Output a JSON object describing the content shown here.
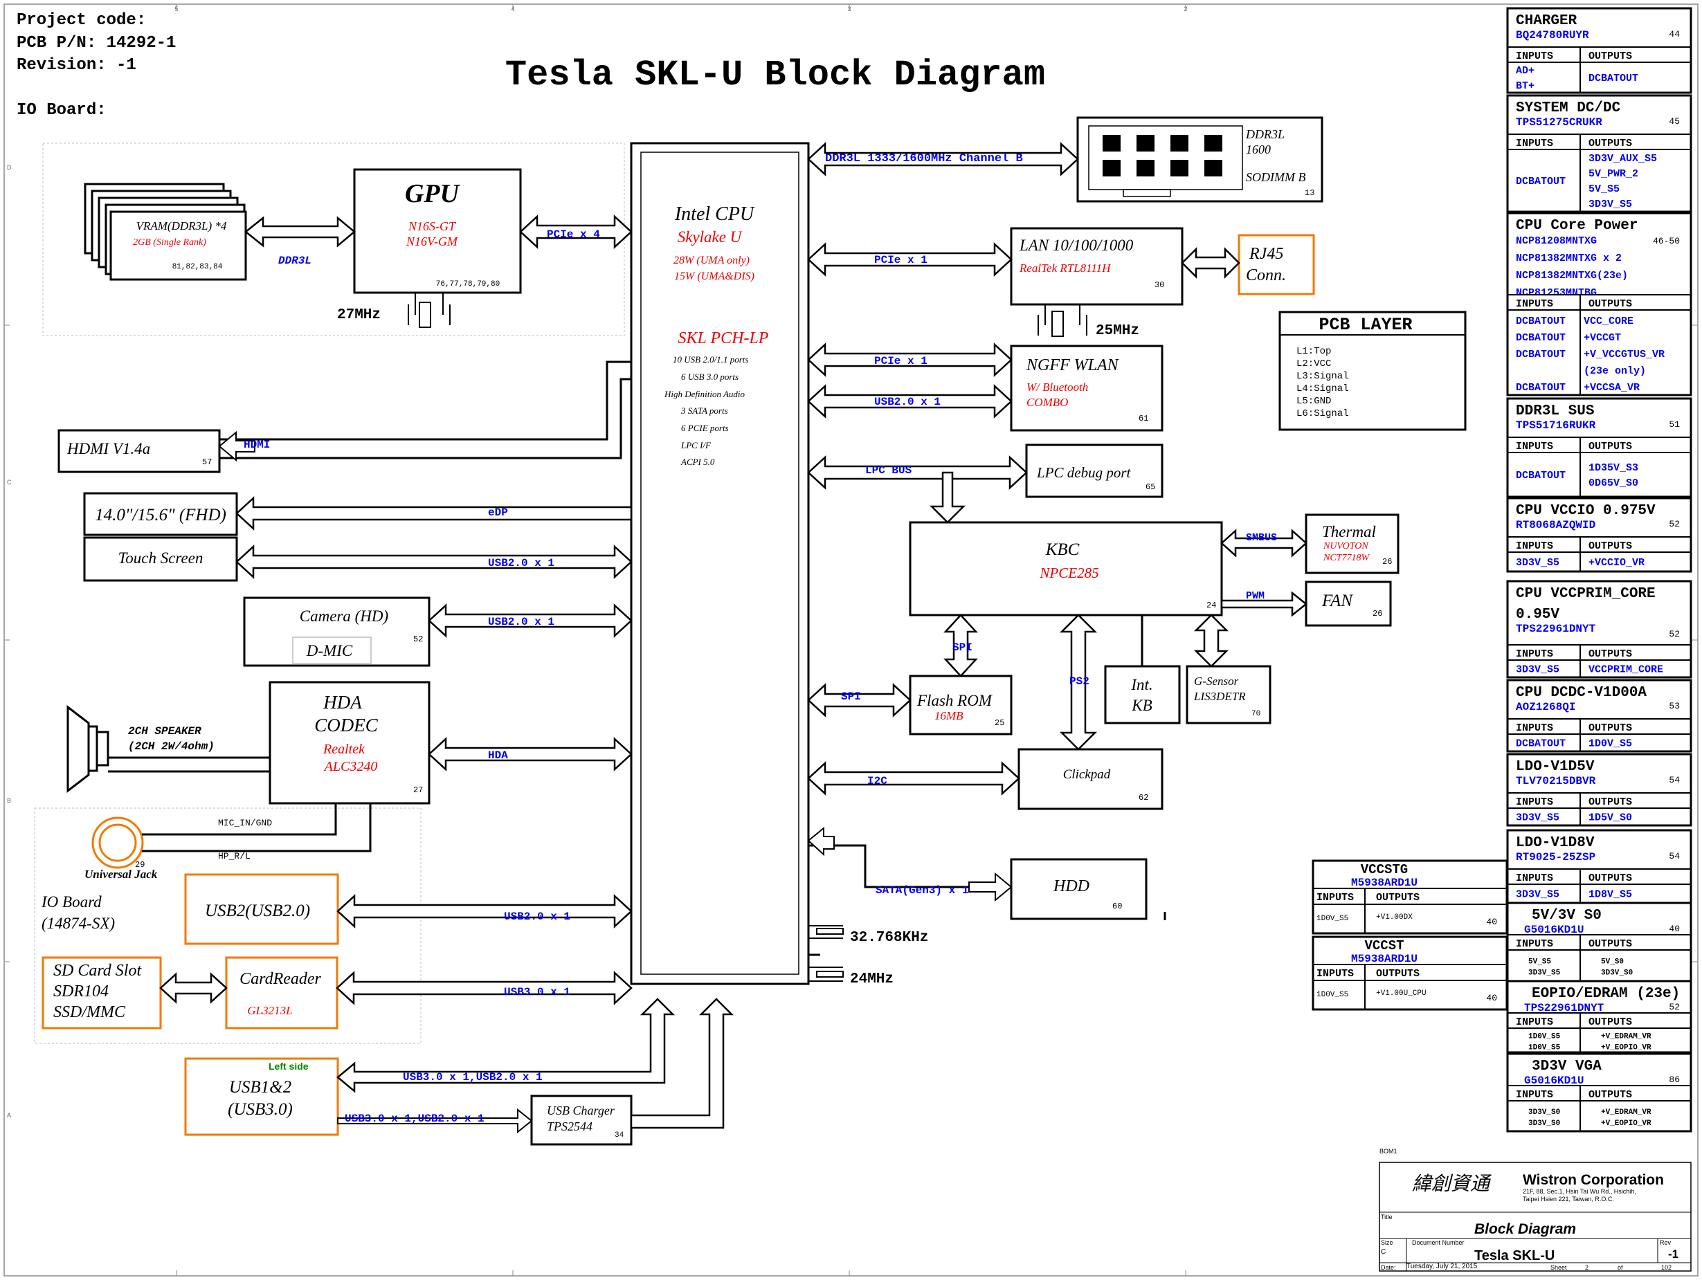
{
  "header": {
    "project_code": "Project code:",
    "pcb_pn": "PCB P/N: 14292-1",
    "revision": "Revision: -1",
    "io_board": "IO Board:",
    "title": "Tesla SKL-U Block Diagram"
  },
  "border_ticks": {
    "top": [
      "5",
      "4",
      "3",
      "2"
    ],
    "side": [
      "D",
      "C",
      "B",
      "A"
    ]
  },
  "gpu": {
    "title": "GPU",
    "part1": "N16S-GT",
    "part2": "N16V-GM",
    "pages": "76,77,78,79,80"
  },
  "vram": {
    "line1": "VRAM(DDR3L) *4",
    "line2": "2GB (Single Rank)",
    "pages": "81,82,83,84"
  },
  "cpu": {
    "title": "Intel CPU",
    "subtitle": "Skylake U",
    "tdp1": "28W (UMA only)",
    "tdp2": "15W (UMA&DIS)",
    "pch": "SKL PCH-LP",
    "features": [
      "10 USB 2.0/1.1 ports",
      "6 USB 3.0 ports",
      "High Definition Audio",
      "3 SATA ports",
      "6 PCIE ports",
      "LPC I/F",
      "ACPI 5.0"
    ]
  },
  "ddr": {
    "line1": "DDR3L",
    "line2": "1600",
    "line3": "SODIMM B",
    "page": "13"
  },
  "lan": {
    "title": "LAN 10/100/1000",
    "part": "RealTek RTL8111H",
    "page": "30"
  },
  "rj45": {
    "line1": "RJ45",
    "line2": "Conn."
  },
  "wlan": {
    "title": "NGFF WLAN",
    "sub1": "W/ Bluetooth",
    "sub2": "COMBO",
    "page": "61"
  },
  "lpc_debug": {
    "title": "LPC debug  port",
    "page": "65"
  },
  "kbc": {
    "title": "KBC",
    "part": "NPCE285",
    "page": "24"
  },
  "thermal": {
    "title": "Thermal",
    "part1": "NUVOTON",
    "part2": "NCT7718W",
    "page": "26"
  },
  "fan": {
    "title": "FAN",
    "page": "26"
  },
  "flash": {
    "title": "Flash ROM",
    "size": "16MB",
    "page": "25"
  },
  "intkb": {
    "line1": "Int.",
    "line2": "KB"
  },
  "gsensor": {
    "line1": "G-Sensor",
    "line2": "LIS3DETR",
    "page": "70"
  },
  "clickpad": {
    "title": "Clickpad",
    "page": "62"
  },
  "hdd": {
    "title": "HDD",
    "page": "60"
  },
  "hdmi": {
    "title": "HDMI  V1.4a",
    "page": "57"
  },
  "display": {
    "title": "14.0\"/15.6\" (FHD)"
  },
  "touch": {
    "title": "Touch Screen"
  },
  "camera": {
    "title": "Camera (HD)",
    "mic": "D-MIC",
    "page": "52"
  },
  "codec": {
    "line1": "HDA",
    "line2": "CODEC",
    "part1": "Realtek",
    "part2": "ALC3240",
    "page": "27"
  },
  "speaker": {
    "line1": "2CH  SPEAKER",
    "line2": "(2CH  2W/4ohm)"
  },
  "jack": {
    "label": "Universal Jack",
    "page": "29",
    "mic": "MIC_IN/GND",
    "hp": "HP_R/L"
  },
  "ioboard": {
    "line1": "IO Board",
    "line2": "(14874-SX)"
  },
  "usb2box": {
    "title": "USB2(USB2.0)"
  },
  "sdcard": {
    "line1": "SD Card Slot",
    "line2": "SDR104",
    "line3": "SSD/MMC"
  },
  "cardreader": {
    "title": "CardReader",
    "part": "GL3213L"
  },
  "usb12": {
    "tag": "Left side",
    "line1": "USB1&2",
    "line2": "(USB3.0)"
  },
  "usbcharger": {
    "line1": "USB Charger",
    "line2": "TPS2544",
    "page": "34"
  },
  "pcb_layer": {
    "title": "PCB LAYER",
    "layers": [
      "L1:Top",
      "L2:VCC",
      "L3:Signal",
      "L4:Signal",
      "L5:GND",
      "L6:Signal"
    ]
  },
  "clocks": {
    "gpu": "27MHz",
    "lan": "25MHz",
    "rtc": "32.768KHz",
    "main": "24MHz"
  },
  "buses": {
    "ddr3l_gpu": "DDR3L",
    "pcie_x4": "PCIe x 4",
    "ddr_ch_b": "DDR3L 1333/1600MHz Channel B",
    "pcie_lan": "PCIe x 1",
    "pcie_wlan": "PCIe x 1",
    "usb_wlan": "USB2.0 x 1",
    "lpc": "LPC BUS",
    "hdmi": "HDMI",
    "edp": "eDP",
    "usb_touch": "USB2.0 x 1",
    "usb_cam": "USB2.0 x 1",
    "hda": "HDA",
    "spi_cpu": "SPI",
    "spi_kbc": "SPI",
    "ps2": "PS2",
    "i2c": "I2C",
    "sata": "SATA(Gen3) x 1",
    "smbus": "SMBUS",
    "pwm": "PWM",
    "usb_io": "USB2.0 x 1",
    "usb3_cr": "USB3.0 x 1",
    "usb12_a": "USB3.0 x 1,USB2.0 x 1",
    "usb12_b": "USB3.0 x 1,USB2.0 x 1"
  },
  "power": [
    {
      "title": "CHARGER",
      "part": "BQ24780RUYR",
      "page": "44",
      "in": [
        "AD+",
        "BT+"
      ],
      "out": [
        "DCBATOUT"
      ]
    },
    {
      "title": "SYSTEM DC/DC",
      "part": "TPS51275CRUKR",
      "page": "45",
      "in": [
        "DCBATOUT"
      ],
      "out": [
        "3D3V_AUX_S5",
        "5V_PWR_2",
        "5V_S5",
        "3D3V_S5"
      ]
    },
    {
      "title": "CPU Core Power",
      "parts": [
        "NCP81208MNTXG",
        "NCP81382MNTXG x 2",
        "NCP81382MNTXG(23e)",
        "NCP81253MNTBG"
      ],
      "page": "46-50",
      "rows": [
        [
          "DCBATOUT",
          "VCC_CORE"
        ],
        [
          "DCBATOUT",
          "+VCCGT"
        ],
        [
          "DCBATOUT",
          "+V_VCCGTUS_VR"
        ],
        [
          "",
          "(23e only)"
        ],
        [
          "DCBATOUT",
          "+VCCSA_VR"
        ]
      ]
    },
    {
      "title": "DDR3L SUS",
      "part": "TPS51716RUKR",
      "page": "51",
      "in": [
        "DCBATOUT"
      ],
      "out": [
        "1D35V_S3",
        "0D65V_S0"
      ]
    },
    {
      "title": "CPU VCCIO 0.975V",
      "part": "RT8068AZQWID",
      "page": "52",
      "in": [
        "3D3V_S5"
      ],
      "out": [
        "+VCCIO_VR"
      ]
    },
    {
      "title": "CPU VCCPRIM_CORE",
      "title2": "0.95V",
      "part": "TPS22961DNYT",
      "page": "52",
      "in": [
        "3D3V_S5"
      ],
      "out": [
        "VCCPRIM_CORE"
      ]
    },
    {
      "title": "CPU DCDC-V1D00A",
      "part": "AOZ1268QI",
      "page": "53",
      "in": [
        "DCBATOUT"
      ],
      "out": [
        "1D0V_S5"
      ]
    },
    {
      "title": "LDO-V1D5V",
      "part": "TLV70215DBVR",
      "page": "54",
      "in": [
        "3D3V_S5"
      ],
      "out": [
        "1D5V_S0"
      ]
    },
    {
      "title": "LDO-V1D8V",
      "part": "RT9025-25ZSP",
      "page": "54",
      "in": [
        "3D3V_S5"
      ],
      "out": [
        "1D8V_S5"
      ]
    },
    {
      "title": "5V/3V S0",
      "part": "G5016KD1U",
      "page": "40",
      "in": [
        "5V_S5",
        "3D3V_S5"
      ],
      "out": [
        "5V_S0",
        "3D3V_S0"
      ]
    },
    {
      "title": "EOPIO/EDRAM (23e)",
      "part": "TPS22961DNYT",
      "page": "52",
      "in": [
        "1D0V_S5",
        "1D0V_S5"
      ],
      "out": [
        "+V_EDRAM_VR",
        "+V_EOPIO_VR"
      ]
    },
    {
      "title": "3D3V VGA",
      "part": "G5016KD1U",
      "page": "86",
      "in": [
        "3D3V_S0",
        "3D3V_S0"
      ],
      "out": [
        "+V_EDRAM_VR",
        "+V_EOPIO_VR"
      ]
    }
  ],
  "vcc_boxes": [
    {
      "title": "VCCSTG",
      "part": "M5938ARD1U",
      "in": "1D0V_S5",
      "out": "+V1.00DX",
      "page": "40"
    },
    {
      "title": "VCCST",
      "part": "M5938ARD1U",
      "in": "1D0V_S5",
      "out": "+V1.00U_CPU",
      "page": "40"
    }
  ],
  "io_labels": {
    "inputs": "INPUTS",
    "outputs": "OUTPUTS"
  },
  "titleblock": {
    "bom": "BOM1",
    "logo": "緯創資通",
    "company": "Wistron Corporation",
    "addr1": "21F, 88, Sec.1, Hsin Tai Wu Rd., Hsichih,",
    "addr2": "Taipei Hsien 221, Taiwan, R.O.C.",
    "title_label": "Title",
    "title": "Block Diagram",
    "size_label": "Size",
    "size": "C",
    "docnum_label": "Document Number",
    "docnum": "Tesla SKL-U",
    "rev_label": "Rev",
    "rev": "-1",
    "date_label": "Date:",
    "date": "Tuesday, July 21, 2015",
    "sheet_label": "Sheet",
    "sheet": "2",
    "of_label": "of",
    "total": "102"
  },
  "colors": {
    "blue": "#0000ee",
    "red": "#ee0000",
    "orange": "#f07a00",
    "green": "#008800",
    "black": "#000000"
  }
}
